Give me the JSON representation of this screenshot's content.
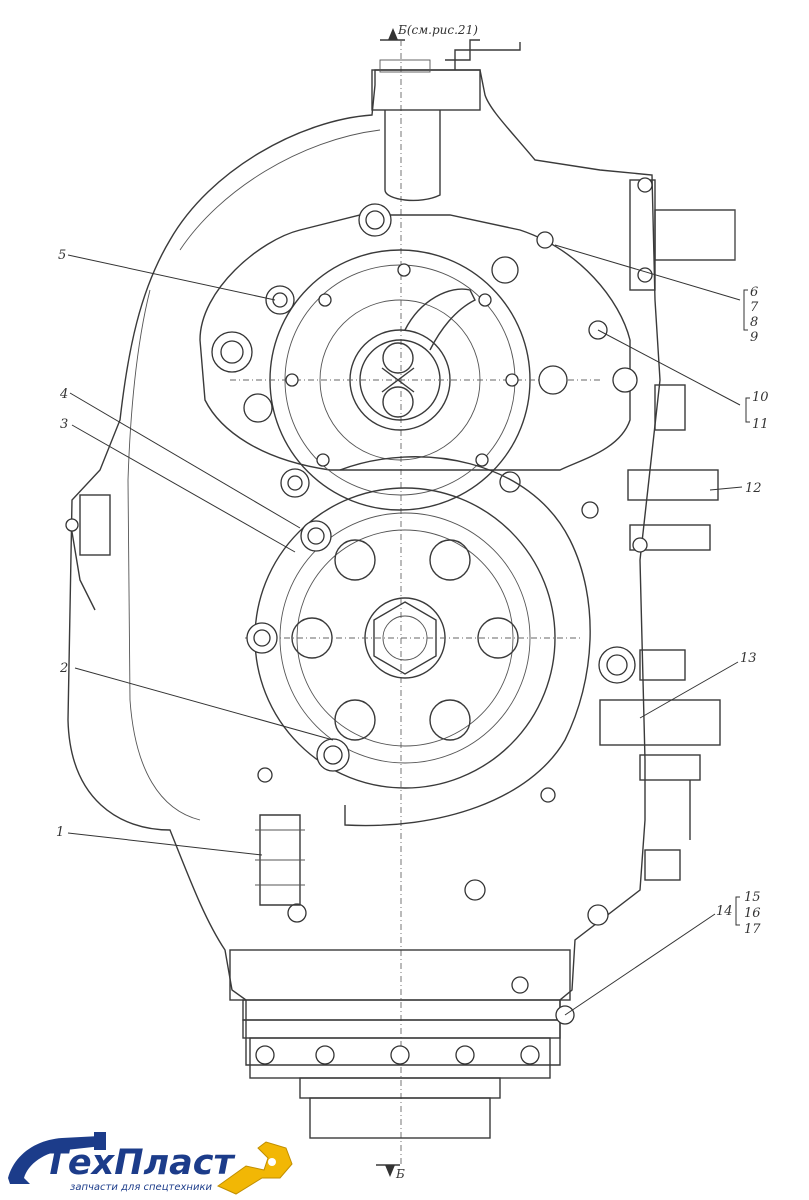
{
  "section_marks": {
    "top": "Б(см.рис.21)",
    "bottom": "Б"
  },
  "part_labels": [
    {
      "id": "1",
      "text": "1"
    },
    {
      "id": "2",
      "text": "2"
    },
    {
      "id": "3",
      "text": "3"
    },
    {
      "id": "4",
      "text": "4"
    },
    {
      "id": "5",
      "text": "5"
    },
    {
      "id": "6",
      "text": "6"
    },
    {
      "id": "7",
      "text": "7"
    },
    {
      "id": "8",
      "text": "8"
    },
    {
      "id": "9",
      "text": "9"
    },
    {
      "id": "10",
      "text": "10"
    },
    {
      "id": "11",
      "text": "11"
    },
    {
      "id": "12",
      "text": "12"
    },
    {
      "id": "13",
      "text": "13"
    },
    {
      "id": "14",
      "text": "14"
    },
    {
      "id": "15",
      "text": "15"
    },
    {
      "id": "16",
      "text": "16"
    },
    {
      "id": "17",
      "text": "17"
    }
  ],
  "logo": {
    "title": "ТехПласт",
    "subtitle": "запчасти для спецтехники",
    "colors": {
      "primary": "#1c3c8a",
      "accent": "#f2b705"
    }
  }
}
